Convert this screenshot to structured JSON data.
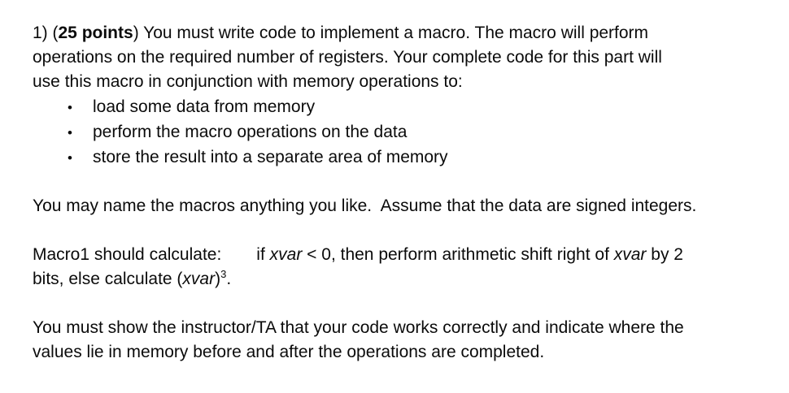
{
  "document": {
    "title": "assignment-question-1",
    "blocks": [
      {
        "type": "line",
        "runs": [
          {
            "t": "1) ("
          },
          {
            "t": "25 points",
            "b": true
          },
          {
            "t": ") You must write code to implement a macro. The macro will perform"
          }
        ]
      },
      {
        "type": "line",
        "runs": [
          {
            "t": "operations on the required number of registers. Your complete code for this part will"
          }
        ]
      },
      {
        "type": "line",
        "runs": [
          {
            "t": "use this macro in conjunction with memory operations to:"
          }
        ]
      },
      {
        "type": "bullet",
        "runs": [
          {
            "t": "load some data from memory"
          }
        ]
      },
      {
        "type": "bullet",
        "runs": [
          {
            "t": "perform the macro operations on the data"
          }
        ]
      },
      {
        "type": "bullet",
        "runs": [
          {
            "t": "store the result into a separate area of memory"
          }
        ]
      },
      {
        "type": "gap"
      },
      {
        "type": "line",
        "runs": [
          {
            "t": "You may name the macros anything you like.  Assume that the data are signed integers."
          }
        ]
      },
      {
        "type": "gap"
      },
      {
        "type": "line",
        "runs": [
          {
            "t": "Macro1 should calculate:"
          },
          {
            "tab": 43
          },
          {
            "t": "if "
          },
          {
            "t": "xvar",
            "i": true
          },
          {
            "t": " < 0, then perform arithmetic shift right of "
          },
          {
            "t": "xvar",
            "i": true
          },
          {
            "t": " by 2"
          }
        ]
      },
      {
        "type": "line",
        "runs": [
          {
            "t": "bits, else calculate ("
          },
          {
            "t": "xvar",
            "i": true
          },
          {
            "t": ")"
          },
          {
            "t": "3",
            "sup": true
          },
          {
            "t": "."
          }
        ]
      },
      {
        "type": "gap"
      },
      {
        "type": "line",
        "runs": [
          {
            "t": "You must show the instructor/TA that your code works correctly and indicate where the"
          }
        ]
      },
      {
        "type": "line",
        "runs": [
          {
            "t": "values lie in memory before and after the operations are completed."
          }
        ]
      }
    ],
    "bullet_glyph": "•"
  }
}
